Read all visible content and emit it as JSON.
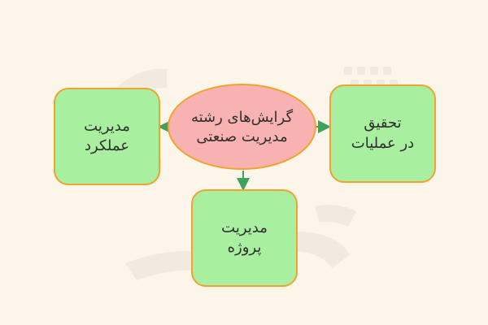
{
  "diagram": {
    "center": {
      "label": "گرایش‌های رشته\nمدیریت صنعتی"
    },
    "left": {
      "label": "مدیریت\nعملکرد"
    },
    "right": {
      "label": "تحقیق\nدر عملیات"
    },
    "bottom": {
      "label": "مدیریت\nپروژه"
    }
  },
  "colors": {
    "background": "#fcf6ea",
    "center_fill": "#f9b2b2",
    "box_fill": "#a8ef9f",
    "border": "#f0a32d",
    "connector": "#3ea35a",
    "text": "#2f2f2f"
  }
}
